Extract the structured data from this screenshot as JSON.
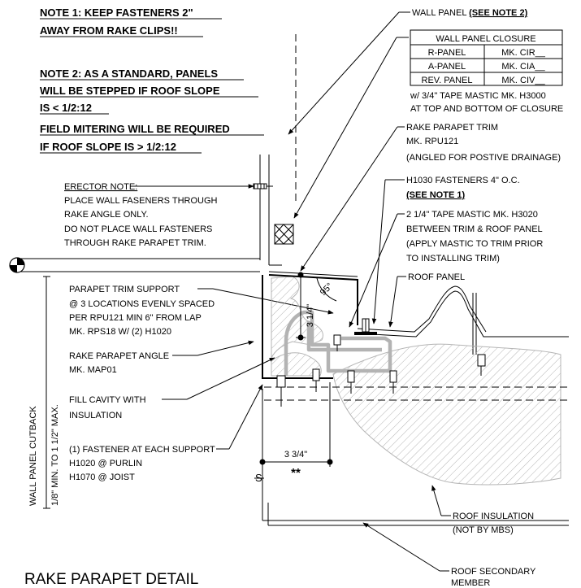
{
  "notes": {
    "note1_line1": "NOTE 1: KEEP FASTENERS 2\"",
    "note1_line2": "AWAY FROM RAKE CLIPS!!",
    "note2_line1": "NOTE 2: AS A STANDARD, PANELS",
    "note2_line2": "WILL BE STEPPED IF ROOF SLOPE",
    "note2_line3": "IS < 1/2:12",
    "note2_line4": "FIELD MITERING WILL BE REQUIRED",
    "note2_line5": "IF ROOF SLOPE IS > 1/2:12"
  },
  "wall_panel_label": {
    "text": "WALL PANEL ",
    "ref": "(SEE NOTE 2)"
  },
  "closure_table": {
    "title": "WALL PANEL CLOSURE",
    "rows": [
      {
        "panel": "R-PANEL",
        "mark": "MK. CIR__"
      },
      {
        "panel": "A-PANEL",
        "mark": "MK. CIA__"
      },
      {
        "panel": "REV. PANEL",
        "mark": "MK. CIV__"
      }
    ],
    "note_line1": "w/ 3/4\" TAPE MASTIC MK. H3000",
    "note_line2": "AT TOP AND BOTTOM OF CLOSURE"
  },
  "callouts": {
    "rake_trim": [
      "RAKE PARAPET TRIM",
      "MK. RPU121",
      "(ANGLED FOR POSTIVE DRAINAGE)"
    ],
    "fasteners_line1": "H1030 FASTENERS 4\" O.C.",
    "fasteners_ref": "(SEE NOTE 1)",
    "tape_mastic": [
      "2 1/4\" TAPE MASTIC MK. H3020",
      "BETWEEN TRIM & ROOF PANEL",
      "(APPLY MASTIC TO TRIM PRIOR",
      "TO INSTALLING TRIM)"
    ],
    "roof_panel": "ROOF PANEL",
    "erector_title": "ERECTOR NOTE:",
    "erector_lines": [
      "PLACE WALL FASENERS THROUGH",
      "RAKE ANGLE ONLY.",
      "DO NOT PLACE WALL FASTENERS",
      "THROUGH RAKE PARAPET TRIM."
    ],
    "trim_support": [
      "PARAPET TRIM SUPPORT",
      "@ 3 LOCATIONS EVENLY SPACED",
      "PER RPU121 MIN 6\" FROM LAP",
      "MK. RPS18 W/ (2) H1020"
    ],
    "rake_angle": [
      "RAKE PARAPET ANGLE",
      "MK. MAP01"
    ],
    "fill_cavity": [
      "FILL CAVITY WITH",
      "INSULATION"
    ],
    "fastener_support": [
      "(1) FASTENER AT EACH SUPPORT",
      "H1020 @ PURLIN",
      "H1070 @ JOIST"
    ],
    "wall_cutback": [
      "WALL PANEL CUTBACK",
      "1/8\" MIN. TO 1 1/2\" MAX."
    ],
    "roof_insulation": [
      "ROOF INSULATION",
      "(NOT BY MBS)"
    ],
    "roof_secondary": [
      "ROOF SECONDARY",
      "MEMBER"
    ]
  },
  "dimensions": {
    "height": "3 1/4\"",
    "width": "3 3/4\"",
    "angle": "95°",
    "stars": "**",
    "centerline": "S"
  },
  "title": "RAKE PARAPET DETAIL"
}
